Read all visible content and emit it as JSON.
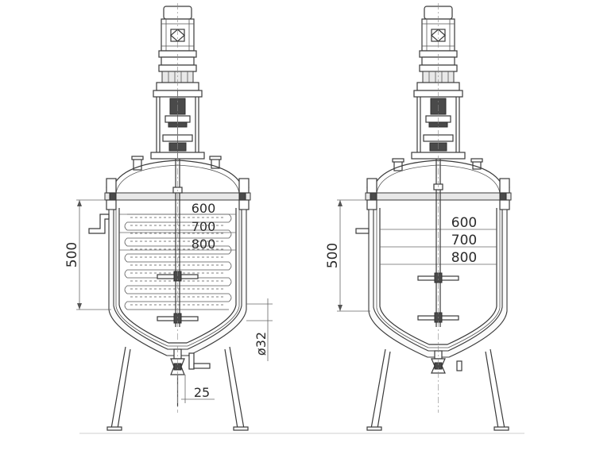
{
  "left_vessel": {
    "dim_600": "600",
    "dim_700": "700",
    "dim_800": "800",
    "dim_height": "500",
    "dim_pipe": "ø32",
    "dim_bottom": "25"
  },
  "right_vessel": {
    "dim_600": "600",
    "dim_700": "700",
    "dim_800": "800",
    "dim_height": "500"
  }
}
